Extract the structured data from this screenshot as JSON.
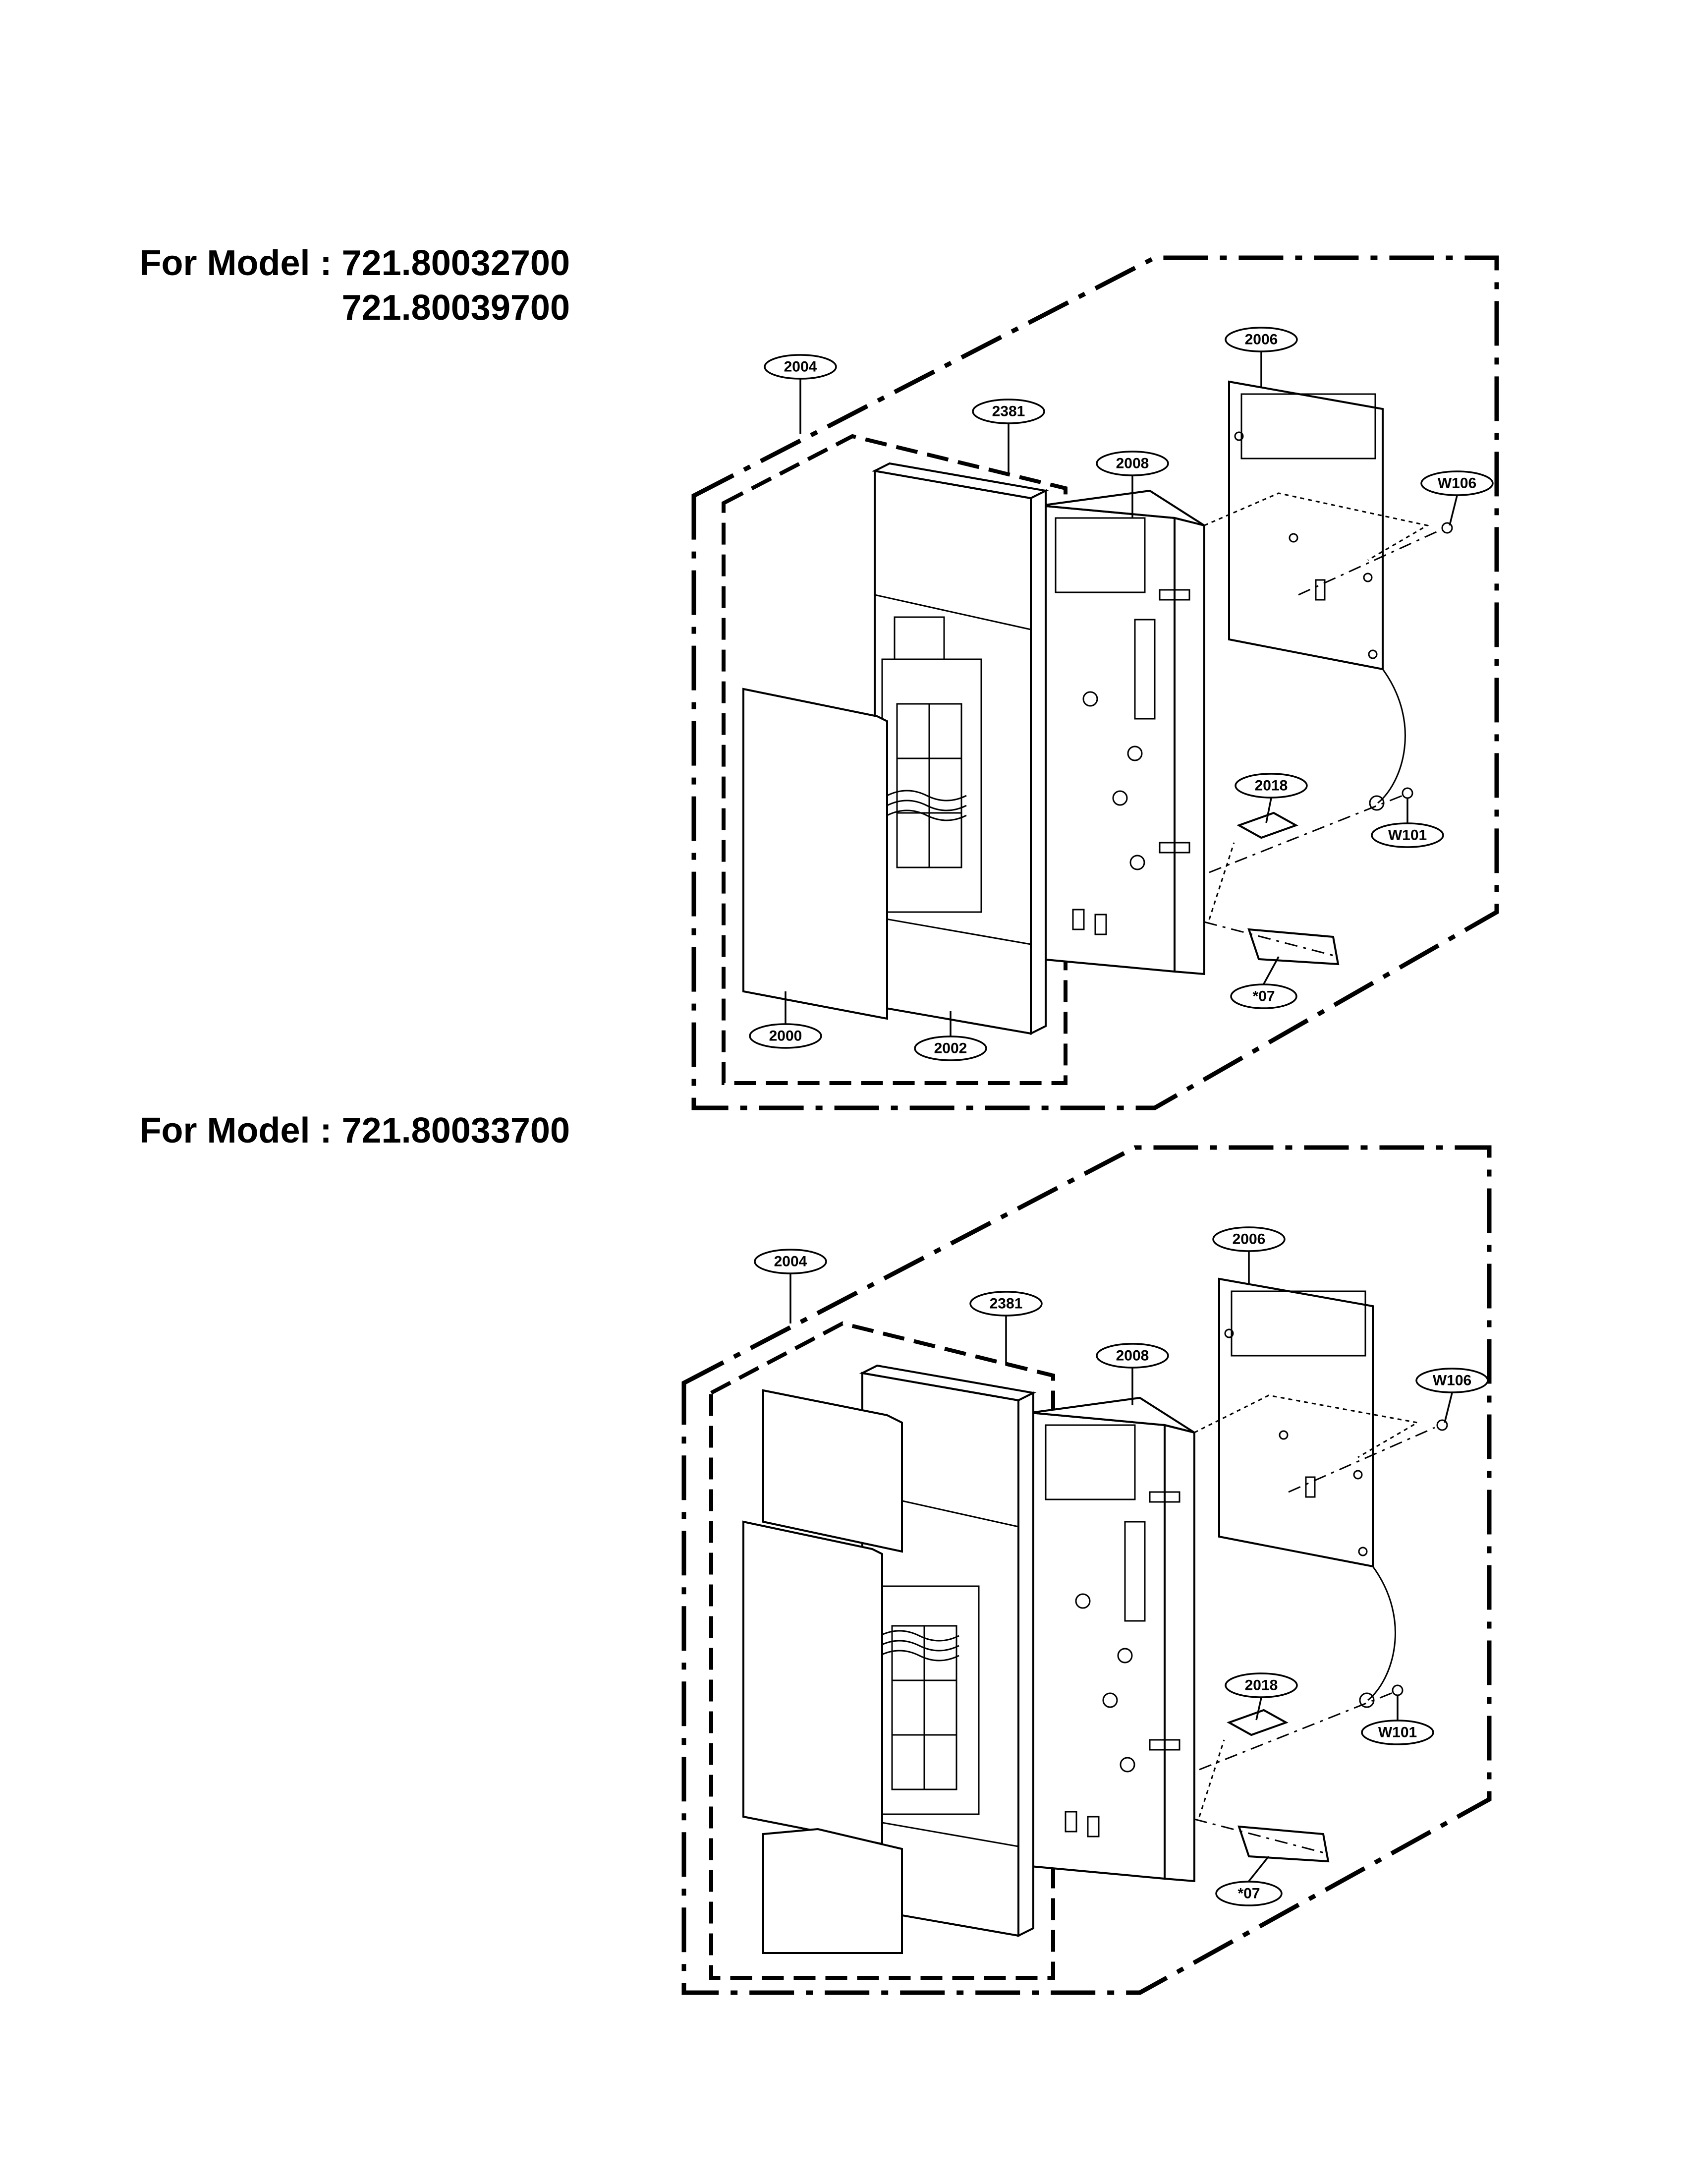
{
  "headings": {
    "section1_line1": "For Model : 721.80032700",
    "section1_line2": "721.80039700",
    "section2_line1": "For Model : 721.80033700"
  },
  "callouts": {
    "c2004": "2004",
    "c2381": "2381",
    "c2008": "2008",
    "c2006": "2006",
    "cW106": "W106",
    "c2018": "2018",
    "cW101": "W101",
    "c07": "*07",
    "c2000": "2000",
    "c2002": "2002"
  }
}
